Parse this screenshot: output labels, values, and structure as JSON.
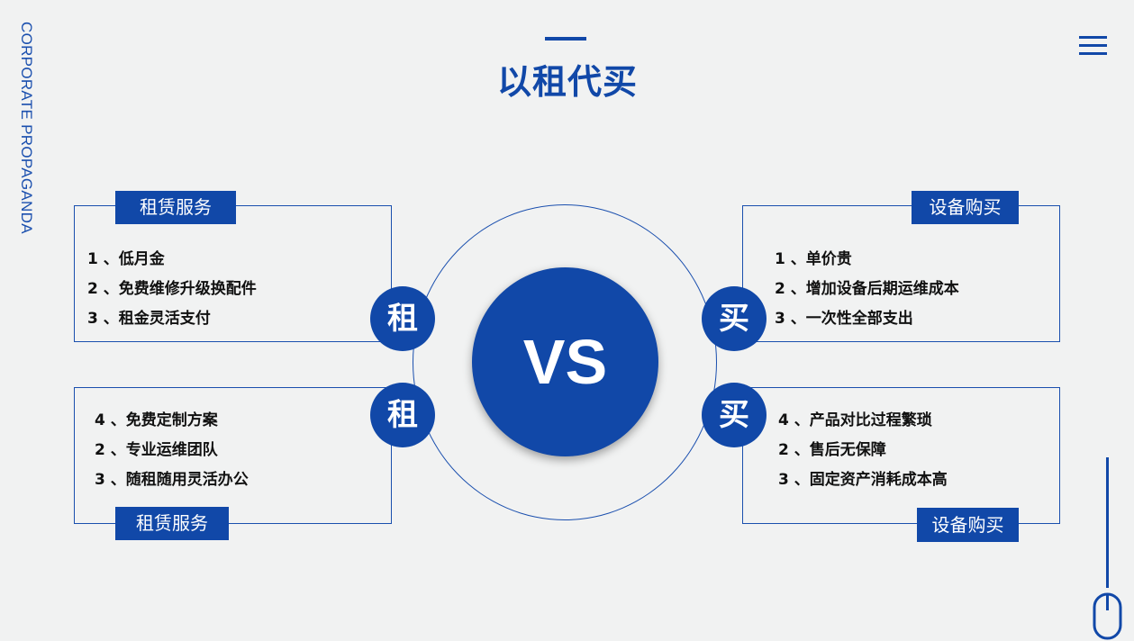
{
  "side_text": "CORPORATE PROPAGANDA",
  "title": "以租代买",
  "center_text": "VS",
  "badges": {
    "rent": "租",
    "buy": "买"
  },
  "panels": {
    "top_left": {
      "tag": "租赁服务",
      "items": [
        "1 、低月金",
        "2 、免费维修升级换配件",
        "3 、租金灵活支付"
      ]
    },
    "bottom_left": {
      "tag": "租赁服务",
      "items": [
        "4 、免费定制方案",
        "2 、专业运维团队",
        "3 、随租随用灵活办公"
      ]
    },
    "top_right": {
      "tag": "设备购买",
      "items": [
        "1 、单价贵",
        "2 、增加设备后期运维成本",
        "3 、一次性全部支出"
      ]
    },
    "bottom_right": {
      "tag": "设备购买",
      "items": [
        "4 、产品对比过程繁琐",
        "2 、售后无保障",
        "3 、固定资产消耗成本高"
      ]
    }
  },
  "icons": {
    "menu": "hamburger-menu-icon",
    "scroll": "mouse-scroll-icon"
  },
  "colors": {
    "accent": "#1148a8",
    "background": "#f1f2f2",
    "text": "#111111"
  }
}
